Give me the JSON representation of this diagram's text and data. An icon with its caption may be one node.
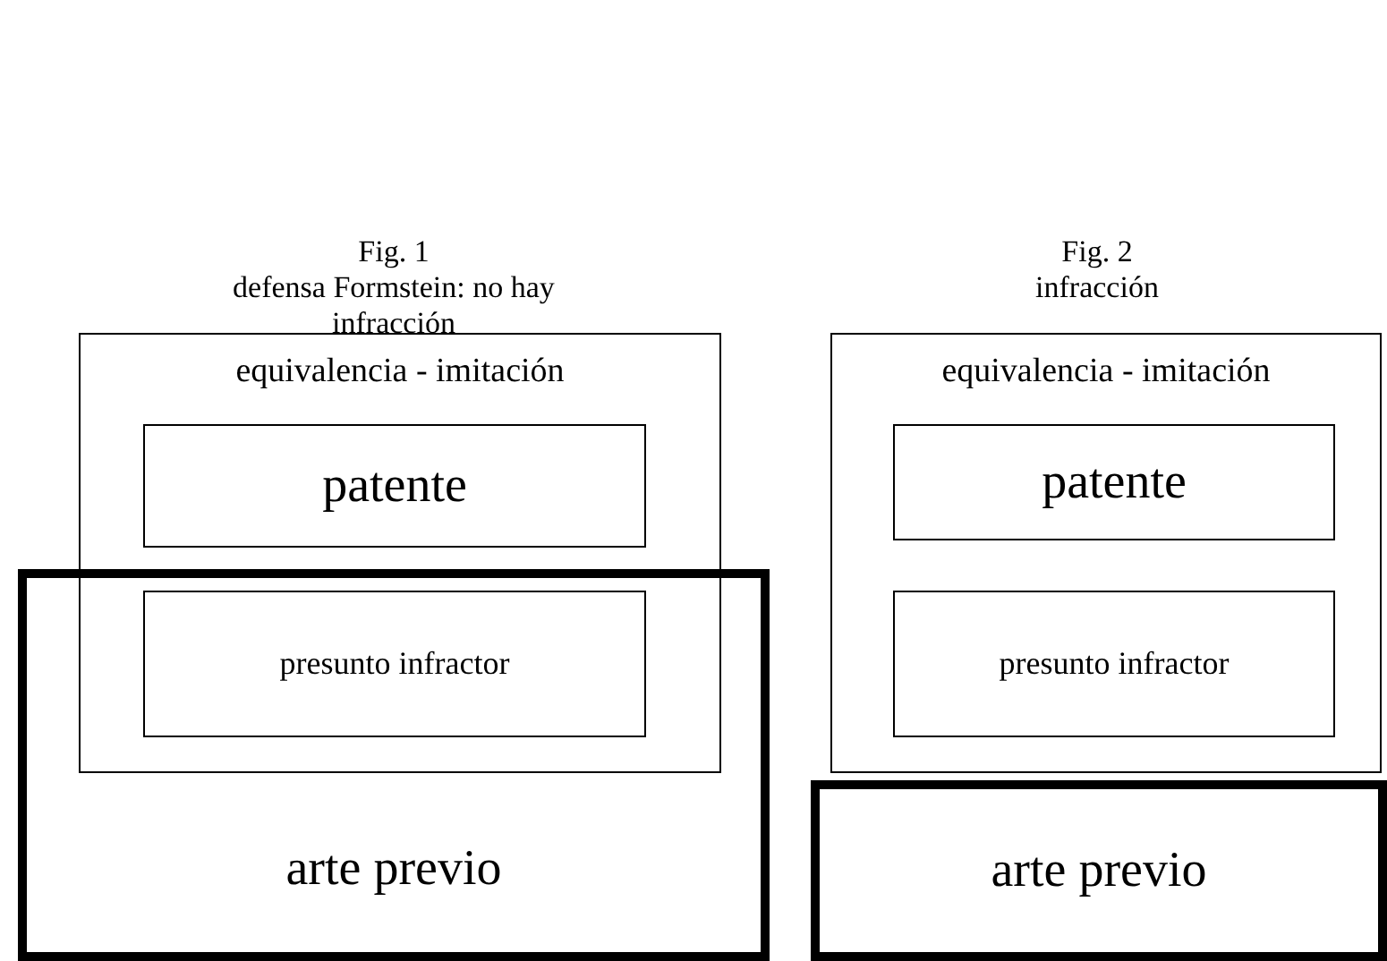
{
  "diagram": {
    "nodes": [
      {
        "text": [
          "equivalencia - imitación"
        ]
      },
      {
        "text": [
          "patente"
        ],
        "in": 0
      },
      {
        "text": [
          "presunto infractor"
        ]
      },
      {
        "text": [
          "arte previo"
        ]
      },
      {
        "text": [
          "equivalencia - imitación"
        ]
      },
      {
        "text": [
          "patente"
        ],
        "in": 4
      },
      {
        "text": [
          "presunto infractor"
        ],
        "in": 4
      },
      {
        "text": [
          "arte previo"
        ]
      }
    ],
    "edges": [],
    "labels": [
      "Fig. 1",
      "defensa Formstein: no hay infracción",
      "Fig. 2",
      "infracción"
    ]
  }
}
